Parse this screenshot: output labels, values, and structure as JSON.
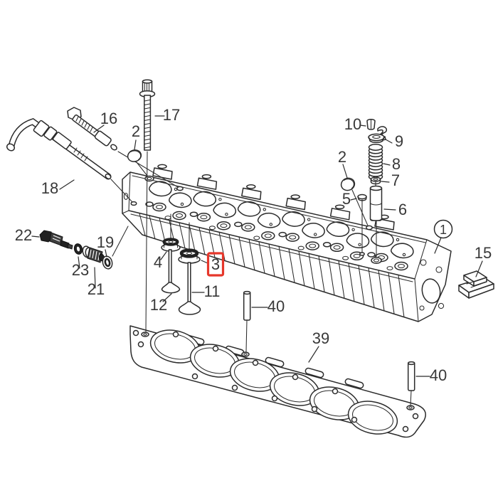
{
  "figure": {
    "type": "exploded-parts-diagram",
    "background_color": "#ffffff",
    "line_color": "#2b2b2b",
    "label_color": "#383838",
    "highlight_box_color": "#e6372b",
    "highlighted_callout": "3"
  },
  "callouts": [
    {
      "label": "1",
      "style": "circled"
    },
    {
      "label": "2",
      "style": "plain"
    },
    {
      "label": "2",
      "style": "plain"
    },
    {
      "label": "3",
      "style": "highlighted-red-box"
    },
    {
      "label": "4",
      "style": "plain"
    },
    {
      "label": "5",
      "style": "plain"
    },
    {
      "label": "6",
      "style": "plain"
    },
    {
      "label": "7",
      "style": "plain"
    },
    {
      "label": "8",
      "style": "plain"
    },
    {
      "label": "9",
      "style": "plain"
    },
    {
      "label": "10",
      "style": "plain"
    },
    {
      "label": "11",
      "style": "plain"
    },
    {
      "label": "12",
      "style": "plain"
    },
    {
      "label": "15",
      "style": "plain"
    },
    {
      "label": "16",
      "style": "plain"
    },
    {
      "label": "17",
      "style": "plain"
    },
    {
      "label": "18",
      "style": "plain"
    },
    {
      "label": "19",
      "style": "plain"
    },
    {
      "label": "21",
      "style": "plain"
    },
    {
      "label": "22",
      "style": "plain"
    },
    {
      "label": "23",
      "style": "plain"
    },
    {
      "label": "39",
      "style": "plain"
    },
    {
      "label": "40",
      "style": "plain"
    },
    {
      "label": "40",
      "style": "plain"
    }
  ]
}
